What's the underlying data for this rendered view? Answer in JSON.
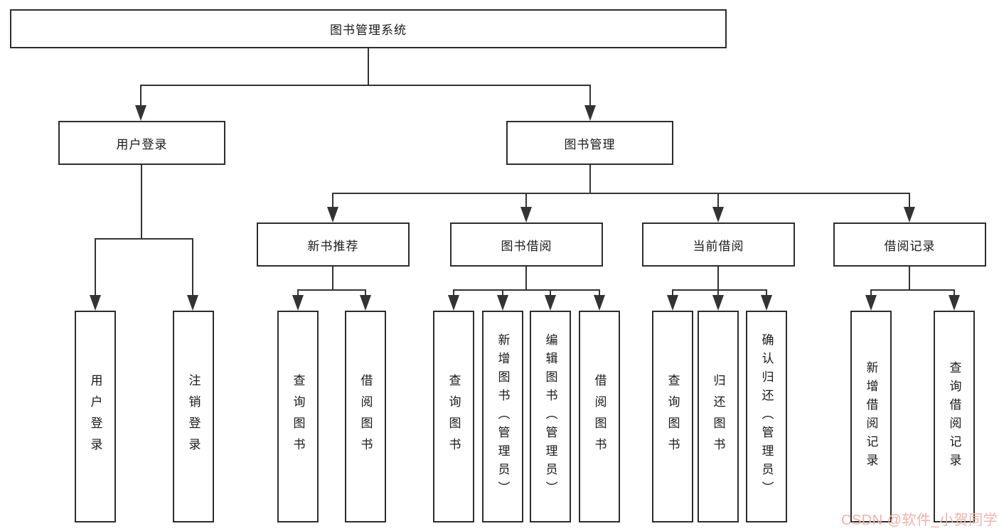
{
  "diagram": {
    "root": {
      "label": "图书管理系统"
    },
    "branches": [
      {
        "label": "用户登录",
        "children": [
          {
            "label": "用户登录"
          },
          {
            "label": "注销登录"
          }
        ]
      },
      {
        "label": "图书管理",
        "children": [
          {
            "label": "新书推荐",
            "children": [
              {
                "label": "查询图书"
              },
              {
                "label": "借阅图书"
              }
            ]
          },
          {
            "label": "图书借阅",
            "children": [
              {
                "label": "查询图书"
              },
              {
                "label": "新增图书（管理员）"
              },
              {
                "label": "编辑图书（管理员）"
              },
              {
                "label": "借阅图书"
              }
            ]
          },
          {
            "label": "当前借阅",
            "children": [
              {
                "label": "查询图书"
              },
              {
                "label": "归还图书"
              },
              {
                "label": "确认归还（管理员）"
              }
            ]
          },
          {
            "label": "借阅记录",
            "children": [
              {
                "label": "新增借阅记录"
              },
              {
                "label": "查询借阅记录"
              }
            ]
          }
        ]
      }
    ]
  },
  "watermark": {
    "text": "CSDN @软件_小贺同学",
    "color": "#f2b1aa"
  },
  "colors": {
    "line": "#333333",
    "border": "#2d2d2d",
    "text": "#1a1a1a",
    "background": "#ffffff"
  }
}
